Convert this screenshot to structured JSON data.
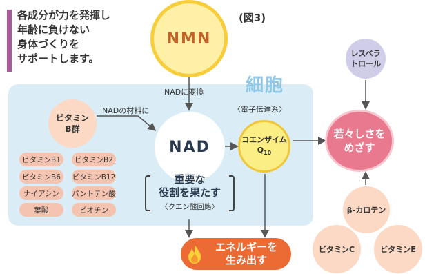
{
  "intro_text": [
    "各成分が力を発揮し",
    "年齢に負けない",
    "身体づくりを",
    "サポートします。"
  ],
  "figure_number": "(図3)",
  "cell_title": "細胞",
  "nodes": {
    "nmn": "NMN",
    "nad": "NAD",
    "vitamin_b": [
      "ビタミン",
      "B群"
    ],
    "coenzyme_main": "コエンザイム",
    "coenzyme_q": "Q",
    "coenzyme_sub": "10",
    "youth": [
      "若々しさを",
      "めざす"
    ],
    "resveratrol": [
      "レスベラ",
      "トロール"
    ],
    "beta_carotene": "β-カロテン",
    "vitamin_c": "ビタミンC",
    "vitamin_e": "ビタミンE",
    "energy": [
      "エネルギーを",
      "生み出す"
    ]
  },
  "labels": {
    "nad_conversion": "NADに変換",
    "nad_material": "NADの材料に",
    "electron_transport": "〈電子伝達系〉",
    "role": [
      "重要な",
      "役割を果たす"
    ],
    "krebs": "〈クエン酸回路〉"
  },
  "vitamin_pills": [
    "ビタミンB1",
    "ビタミンB2",
    "ビタミンB6",
    "ビタミンB12",
    "ナイアシン",
    "パントテン酸",
    "葉酸",
    "ビオチン"
  ],
  "icons": {
    "energy": "flame-icon"
  },
  "colors": {
    "accent_bar": "#a65a9e",
    "nmn_fill": "#fff0a8",
    "cell_bg": "#daedf6",
    "youth_fill": "#e9798e",
    "energy_fill": "#ec6a34"
  }
}
